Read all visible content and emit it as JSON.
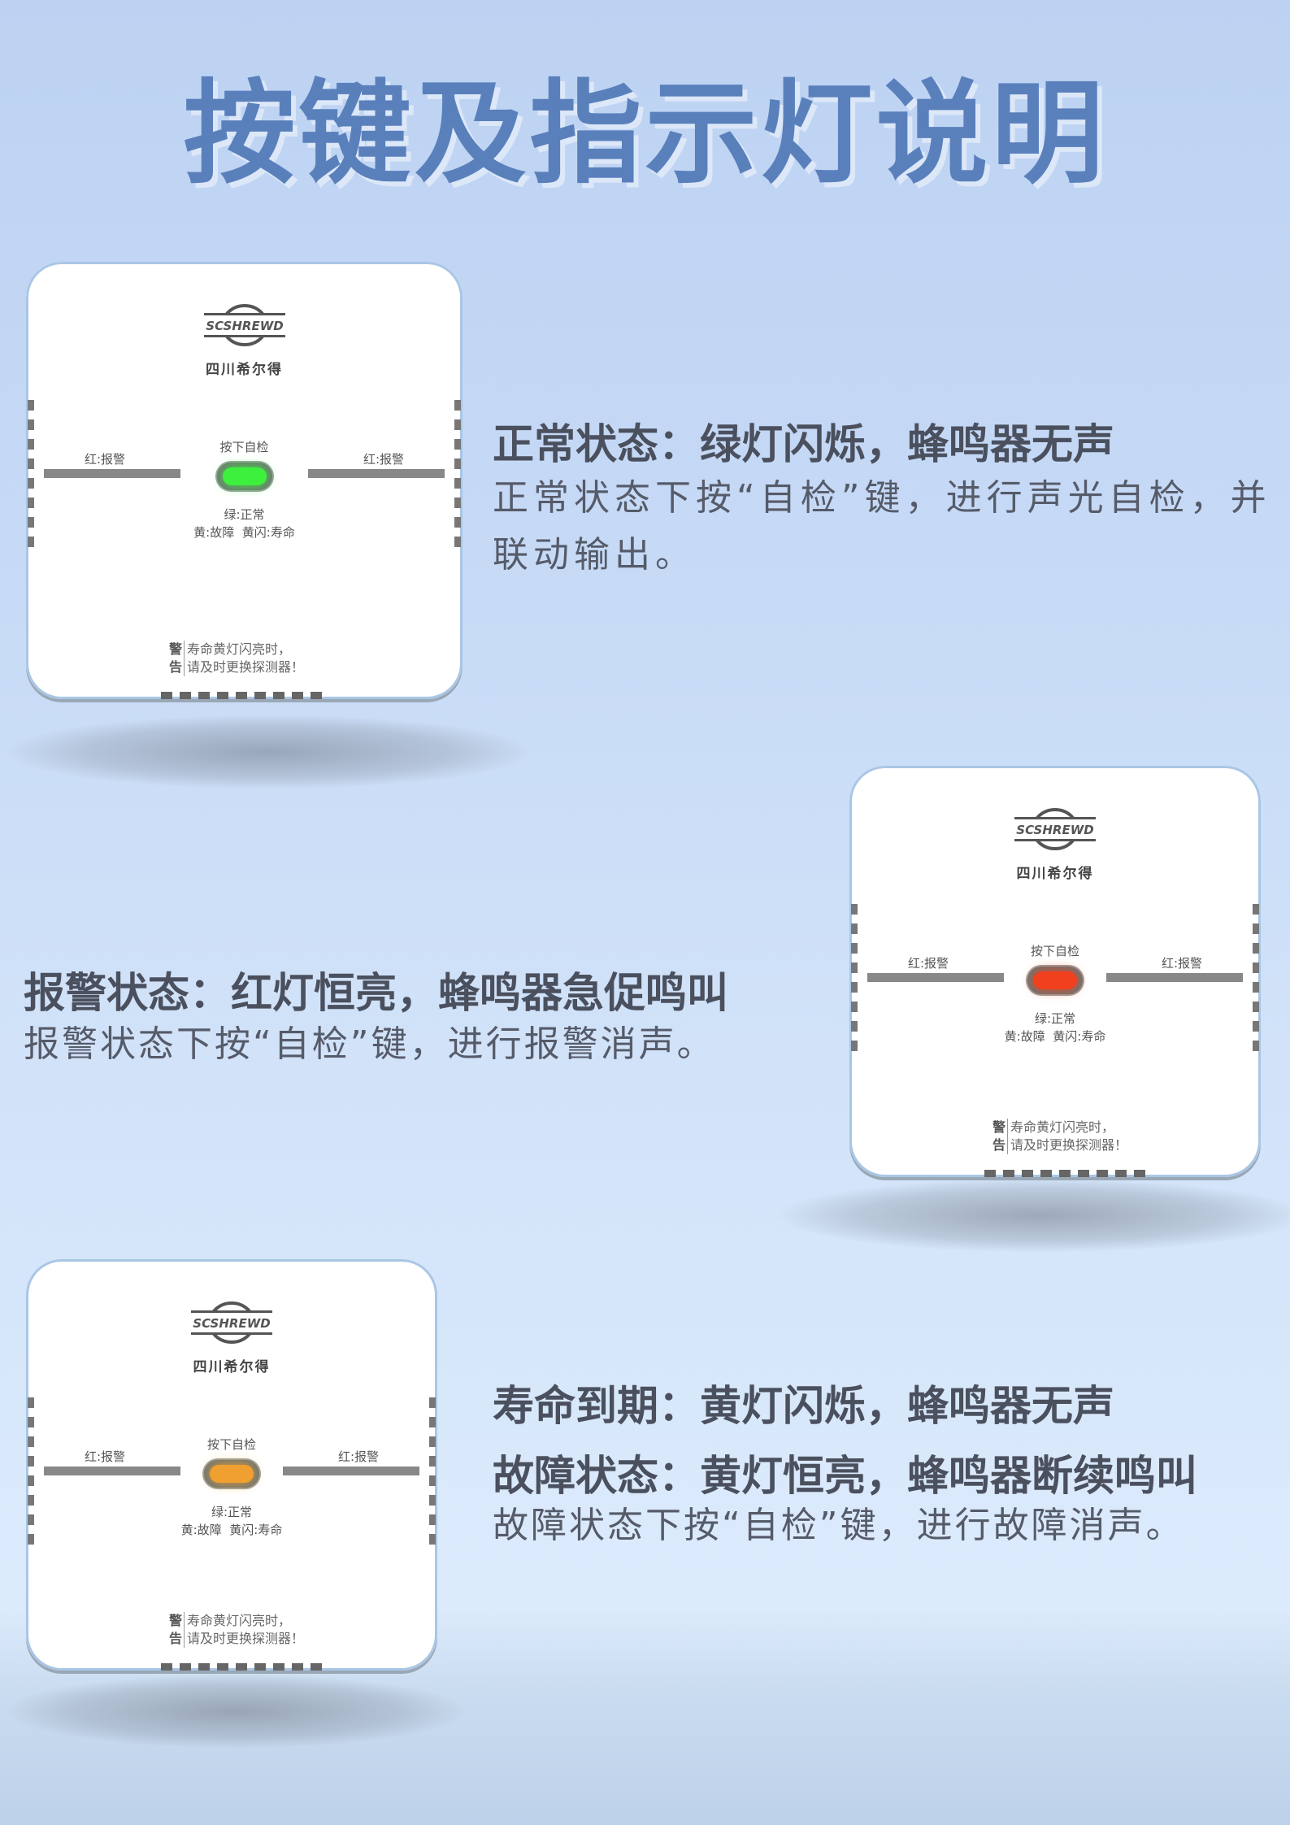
{
  "title": "按键及指示灯说明",
  "device": {
    "brand_logo": "SCSHREWD",
    "brand_name": "四川希尔得",
    "left_label": "红:报警",
    "right_label": "红:报警",
    "button_label": "按下自检",
    "legend_line1": "绿:正常",
    "legend_line2": "黄:故障  黄闪:寿命",
    "warning_mark": "警告",
    "warning_line1": "寿命黄灯闪亮时，",
    "warning_line2": "请及时更换探测器！"
  },
  "led_colors": {
    "green": "#3ef03e",
    "red": "#f0401e",
    "yellow": "#f0a030"
  },
  "sections": [
    {
      "heading": "正常状态：绿灯闪烁，蜂鸣器无声",
      "body": "正常状态下按“自检”键，进行声光自检，并联动输出。"
    },
    {
      "heading": "报警状态：红灯恒亮，蜂鸣器急促鸣叫",
      "body": "报警状态下按“自检”键，进行报警消声。"
    },
    {
      "heading": "寿命到期：黄灯闪烁，蜂鸣器无声",
      "heading2": "故障状态：黄灯恒亮，蜂鸣器断续鸣叫",
      "body": "故障状态下按“自检”键，进行故障消声。"
    }
  ]
}
